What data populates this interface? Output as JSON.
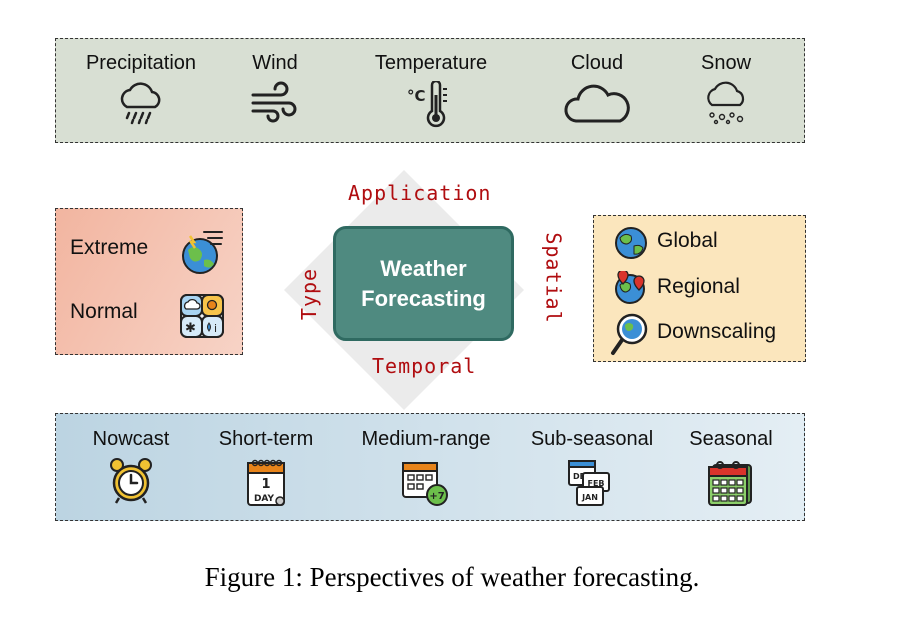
{
  "center": {
    "line1": "Weather",
    "line2": "Forecasting"
  },
  "dimensions": {
    "application": "Application",
    "temporal": "Temporal",
    "type": "Type",
    "spatial": "Spatial"
  },
  "application_items": [
    {
      "label": "Precipitation",
      "icon": "rain-cloud-icon"
    },
    {
      "label": "Wind",
      "icon": "wind-icon"
    },
    {
      "label": "Temperature",
      "icon": "thermometer-icon"
    },
    {
      "label": "Cloud",
      "icon": "cloud-icon"
    },
    {
      "label": "Snow",
      "icon": "snow-cloud-icon"
    }
  ],
  "type_items": [
    {
      "label": "Extreme",
      "icon": "storm-globe-icon"
    },
    {
      "label": "Normal",
      "icon": "weather-grid-icon"
    }
  ],
  "spatial_items": [
    {
      "label": "Global",
      "icon": "globe-icon"
    },
    {
      "label": "Regional",
      "icon": "map-pin-globe-icon"
    },
    {
      "label": "Downscaling",
      "icon": "magnifier-globe-icon"
    }
  ],
  "temporal_items": [
    {
      "label": "Nowcast",
      "icon": "alarm-clock-icon"
    },
    {
      "label": "Short-term",
      "icon": "calendar-day-icon",
      "icon_text": "1",
      "icon_subtext": "DAY"
    },
    {
      "label": "Medium-range",
      "icon": "calendar-plus-icon",
      "icon_text": "+7"
    },
    {
      "label": "Sub-seasonal",
      "icon": "calendar-months-icon",
      "icon_text": [
        "DEC",
        "FEB",
        "JAN"
      ]
    },
    {
      "label": "Seasonal",
      "icon": "calendar-grid-icon"
    }
  ],
  "colors": {
    "center_fill": "#4f8a80",
    "dimension_text": "#b00d10",
    "application_bg": "#d8dfd3",
    "type_bg": "#f2b5a0",
    "spatial_bg": "#fbe6bd",
    "temporal_bg": "#bcd4e2"
  },
  "caption": "Figure 1: Perspectives of weather forecasting."
}
